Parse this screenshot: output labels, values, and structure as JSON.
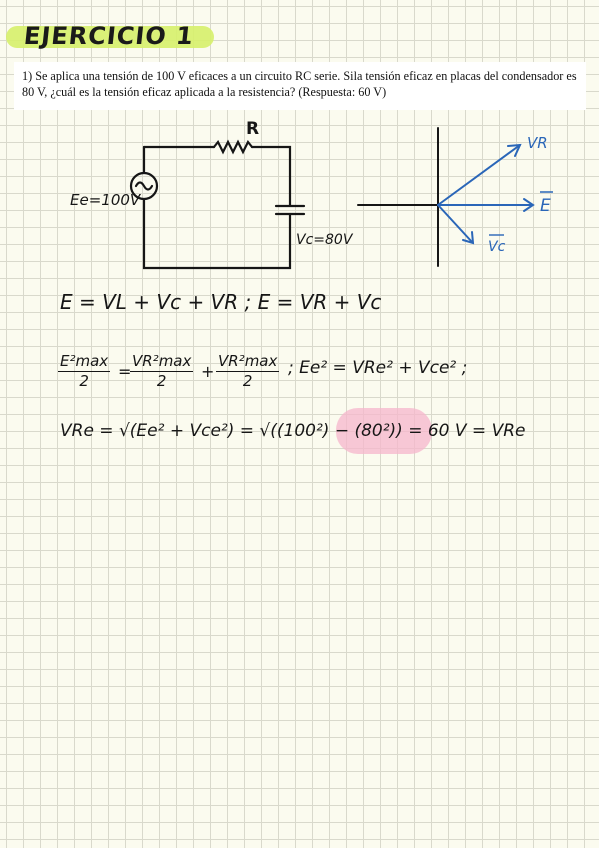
{
  "title": "EJERCICIO 1",
  "statement": "1) Se aplica una tensión de 100 V eficaces a un circuito RC serie. Sila tensión eficaz en placas del condensador es 80 V, ¿cuál es la tensión eficaz aplicada a la resistencia? (Respuesta: 60 V)",
  "circuit": {
    "resistor_label": "R",
    "source_label": "Ee=100V",
    "capacitor_label": "Vc=80V"
  },
  "phasor": {
    "vr_label": "VR",
    "e_label": "E",
    "vc_label": "Vc"
  },
  "equations": {
    "line1": "E = VL + Vc + VR  ;  E = VR + Vc",
    "frac1_num": "E²max",
    "frac1_den": "2",
    "eq_sign": "=",
    "frac2_num": "VR²max",
    "frac2_den": "2",
    "plus_sign": "+",
    "frac3_num": "VR²max",
    "frac3_den": "2",
    "line2_tail": "; Ee² = VRe² + Vce² ;",
    "line3": "VRe = √(Ee² + Vce²) = √((100²) − (80²))  = 60 V = VRe"
  },
  "colors": {
    "highlight": "#d6f06a",
    "pen_blue": "#2a66b8",
    "pink": "#f6b6cc"
  }
}
